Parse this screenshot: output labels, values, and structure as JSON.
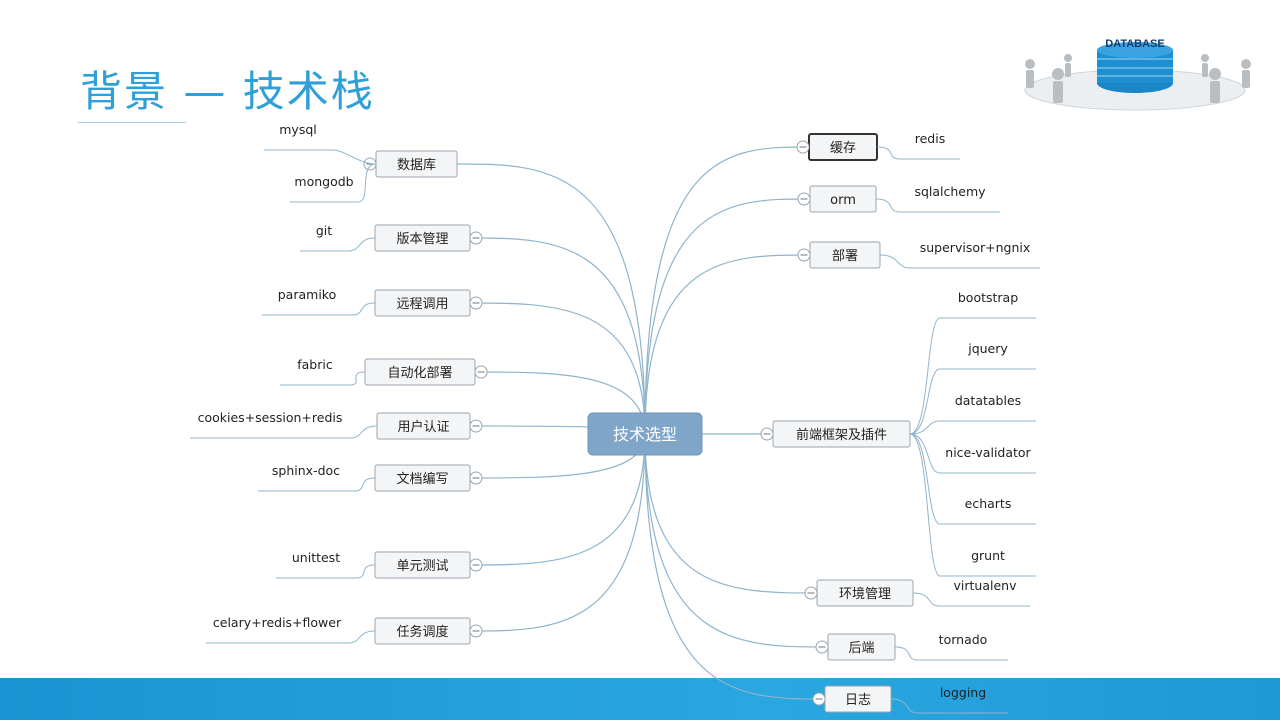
{
  "slide": {
    "title": "背景 — 技术栈"
  },
  "logo": {
    "text": "DATABASE"
  },
  "center": {
    "label": "技术选型"
  },
  "left": [
    {
      "label": "数据库",
      "leaves": [
        "mysql",
        "mongodb"
      ]
    },
    {
      "label": "版本管理",
      "leaves": [
        "git"
      ]
    },
    {
      "label": "远程调用",
      "leaves": [
        "paramiko"
      ]
    },
    {
      "label": "自动化部署",
      "leaves": [
        "fabric"
      ]
    },
    {
      "label": "用户认证",
      "leaves": [
        "cookies+session+redis"
      ]
    },
    {
      "label": "文档编写",
      "leaves": [
        "sphinx-doc"
      ]
    },
    {
      "label": "单元测试",
      "leaves": [
        "unittest"
      ]
    },
    {
      "label": "任务调度",
      "leaves": [
        "celary+redis+flower"
      ]
    }
  ],
  "right": [
    {
      "label": "缓存",
      "leaves": [
        "redis"
      ],
      "selected": true
    },
    {
      "label": "orm",
      "leaves": [
        "sqlalchemy"
      ]
    },
    {
      "label": "部署",
      "leaves": [
        "supervisor+ngnix"
      ]
    },
    {
      "label": "前端框架及插件",
      "leaves": [
        "bootstrap",
        "jquery",
        "datatables",
        "nice-validator",
        "echarts",
        "grunt"
      ]
    },
    {
      "label": "环境管理",
      "leaves": [
        "virtualenv"
      ]
    },
    {
      "label": "后端",
      "leaves": [
        "tornado"
      ]
    },
    {
      "label": "日志",
      "leaves": [
        "logging"
      ]
    }
  ],
  "colors": {
    "title": "#2e9fd8",
    "center_fill": "#7fa6c9",
    "line": "#8fb4cc",
    "footer": "#1c93d2"
  }
}
